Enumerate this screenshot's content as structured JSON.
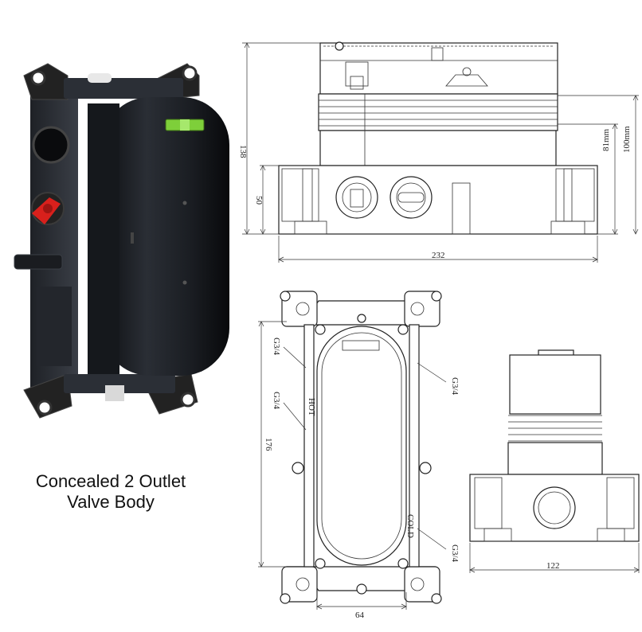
{
  "caption": {
    "line1": "Concealed 2 Outlet",
    "line2": "Valve Body"
  },
  "dimensions": {
    "top_view": {
      "height_total": "138",
      "height_base": "50",
      "width": "232",
      "height_81": "81mm",
      "height_100": "100mm"
    },
    "front_view": {
      "height": "176",
      "width": "64",
      "port_left_top": "G3/4",
      "port_left_mid": "G3/4",
      "port_right_top": "G3/4",
      "port_right_bottom": "G3/4",
      "hot_label": "HOT",
      "cold_label": "COLD"
    },
    "side_view": {
      "width": "122"
    }
  },
  "colors": {
    "product_body": "#1c1f24",
    "handle_red": "#d8201c",
    "level_green": "#7ecf3a"
  }
}
